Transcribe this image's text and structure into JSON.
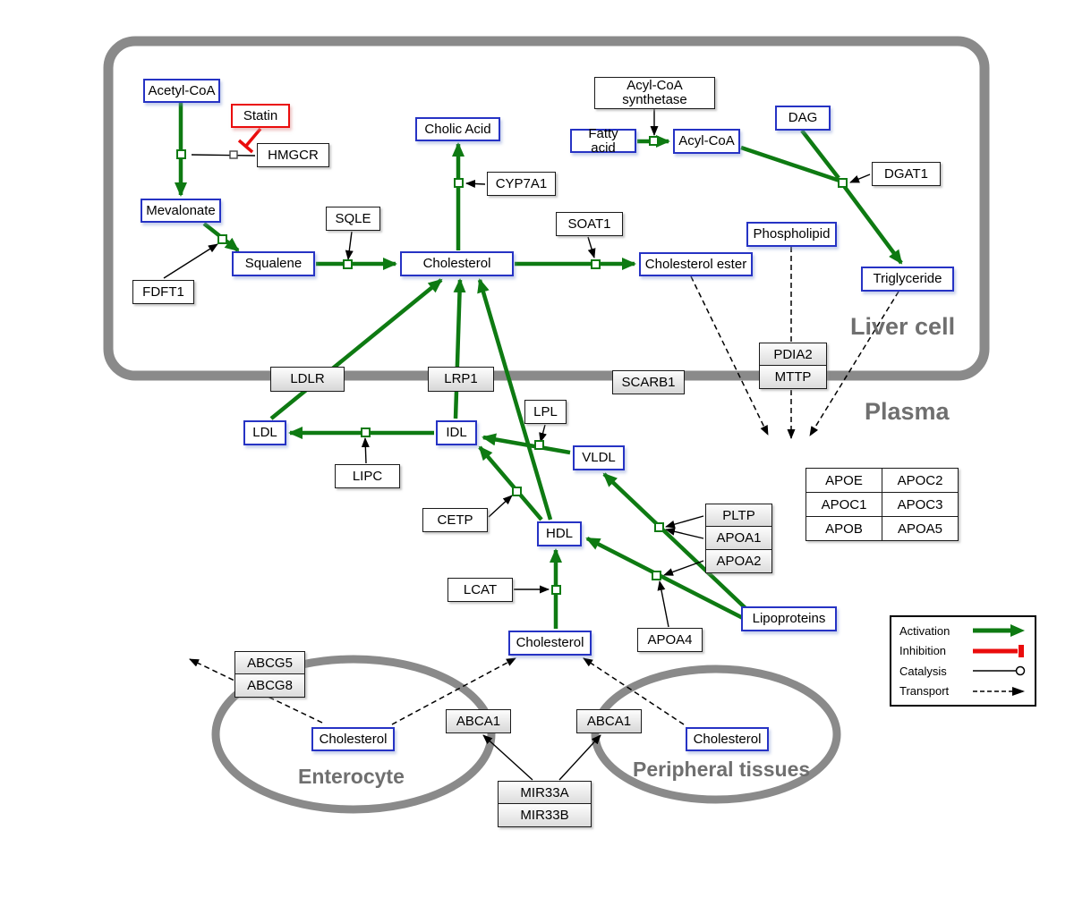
{
  "regions": {
    "liver": "Liver cell",
    "plasma": "Plasma",
    "enterocyte": "Enterocyte",
    "peripheral": "Peripheral tissues"
  },
  "nodes": {
    "acetyl_coa": "Acetyl-CoA",
    "statin": "Statin",
    "hmgcr": "HMGCR",
    "mevalonate": "Mevalonate",
    "cholic_acid": "Cholic Acid",
    "cyp7a1": "CYP7A1",
    "sqle": "SQLE",
    "squalene": "Squalene",
    "cholesterol_liver": "Cholesterol",
    "fdft1": "FDFT1",
    "soat1": "SOAT1",
    "cholesterol_ester": "Cholesterol ester",
    "fatty_acid": "Fatty acid",
    "acyl_coa": "Acyl-CoA",
    "acyl_coa_synthetase": "Acyl-CoA synthetase",
    "dag": "DAG",
    "dgat1": "DGAT1",
    "phospholipid": "Phospholipid",
    "triglyceride": "Triglyceride",
    "ldlr": "LDLR",
    "lrp1": "LRP1",
    "scarb1": "SCARB1",
    "pdia2": "PDIA2",
    "mttp": "MTTP",
    "ldl": "LDL",
    "idl": "IDL",
    "lipc": "LIPC",
    "lpl": "LPL",
    "vldl": "VLDL",
    "cetp": "CETP",
    "hdl": "HDL",
    "lcat": "LCAT",
    "pltp": "PLTP",
    "apoa1": "APOA1",
    "apoa2": "APOA2",
    "apoa4": "APOA4",
    "lipoproteins": "Lipoproteins",
    "cholesterol_plasma": "Cholesterol",
    "abcg5": "ABCG5",
    "abcg8": "ABCG8",
    "cholesterol_enterocyte": "Cholesterol",
    "abca1_left": "ABCA1",
    "abca1_right": "ABCA1",
    "cholesterol_peripheral": "Cholesterol",
    "mir33a": "MIR33A",
    "mir33b": "MIR33B"
  },
  "apo_table": {
    "rows": [
      [
        "APOE",
        "APOC2"
      ],
      [
        "APOC1",
        "APOC3"
      ],
      [
        "APOB",
        "APOA5"
      ]
    ]
  },
  "legend": {
    "items": [
      "Activation",
      "Inhibition",
      "Catalysis",
      "Transport"
    ]
  },
  "colors": {
    "green": "#0e7a12",
    "red": "#ea0c0c",
    "blue": "#2633c4",
    "gray": "#8a8a8a",
    "ink": "#000000"
  }
}
